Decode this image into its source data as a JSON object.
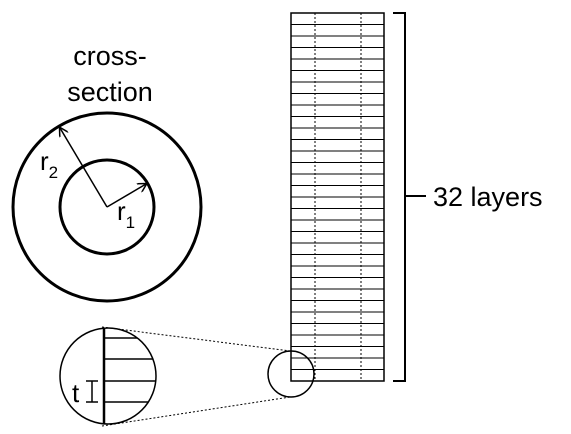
{
  "labels": {
    "cross_section_line1": "cross-",
    "cross_section_line2": "section",
    "r2": "r",
    "r2_sub": "2",
    "r1": "r",
    "r1_sub": "1",
    "layers": "32 layers",
    "t": "t"
  },
  "stack": {
    "layer_count": 32
  },
  "colors": {
    "stroke": "#000000",
    "background": "#ffffff"
  }
}
